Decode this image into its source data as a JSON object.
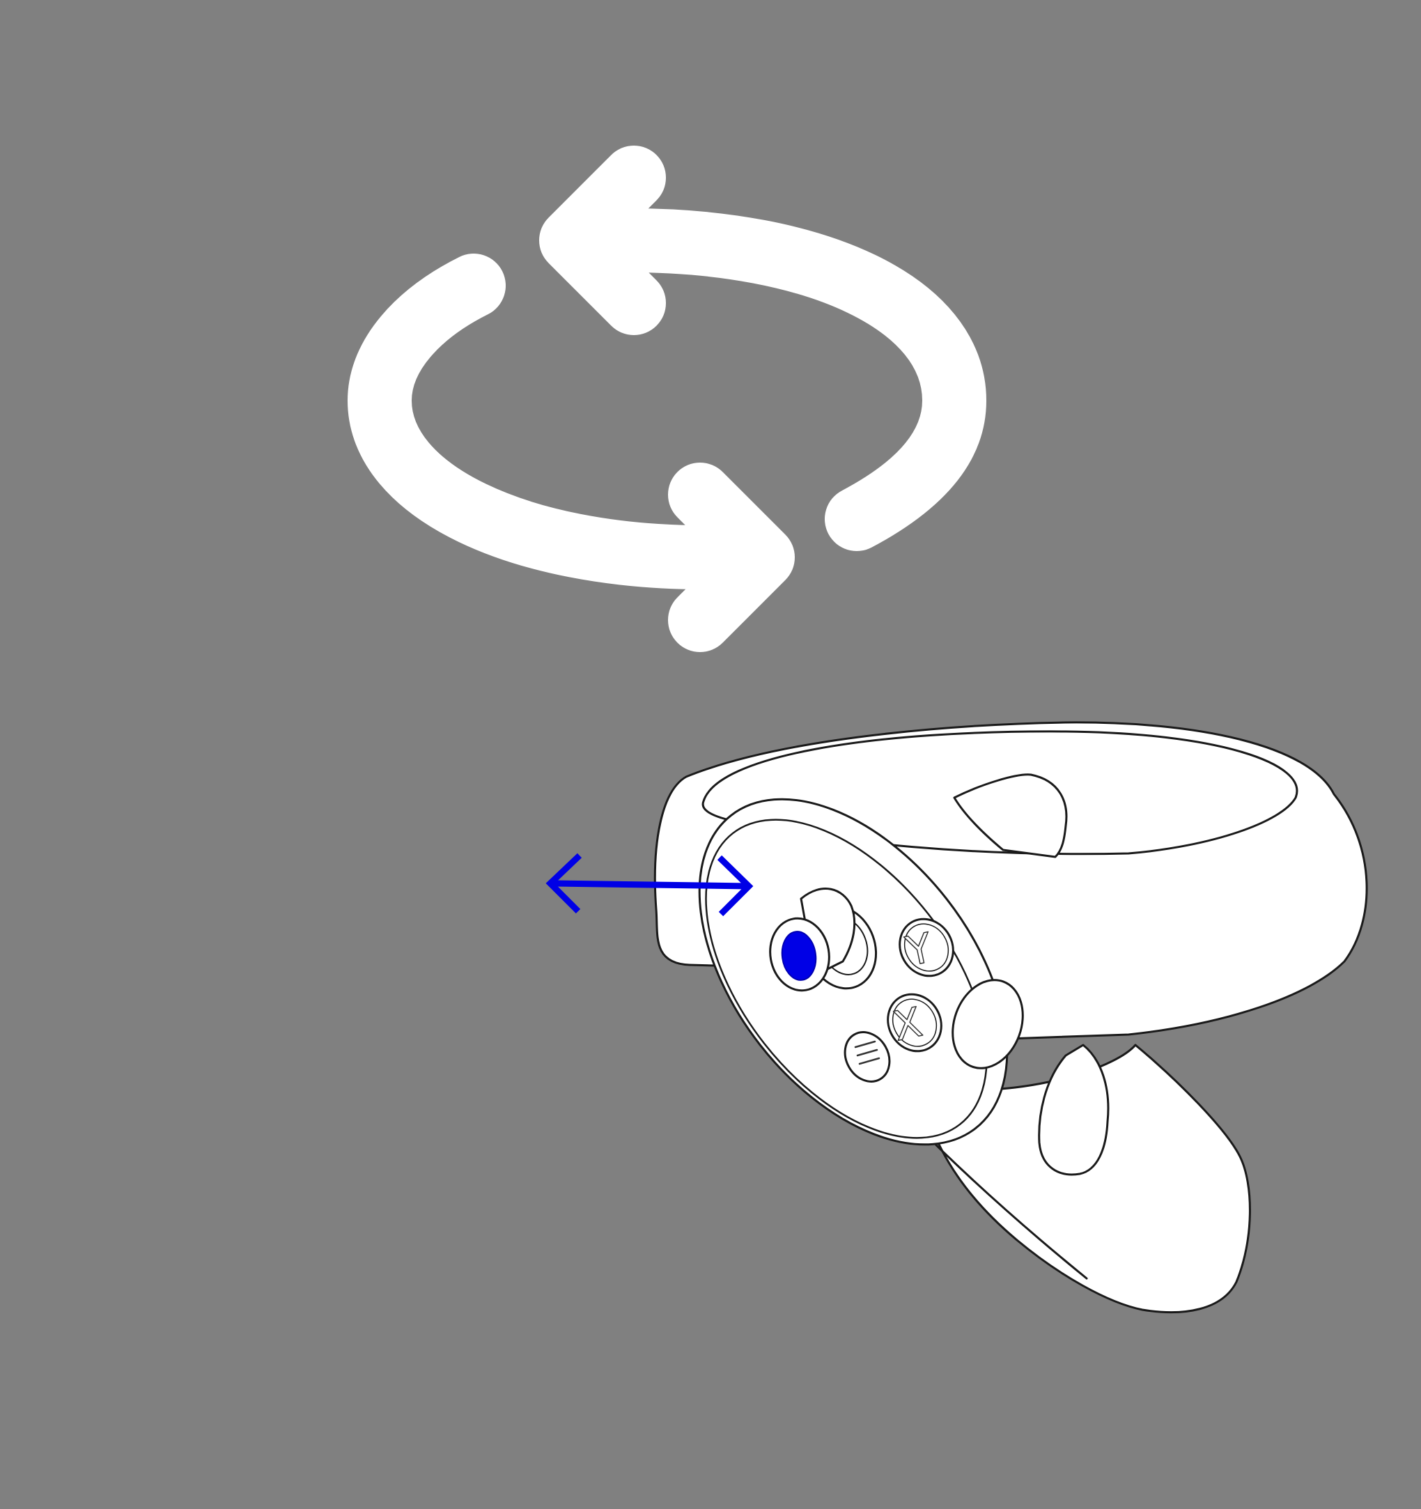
{
  "background_color": "#808080",
  "rotate_icon": {
    "icon": "rotate-arrows-icon",
    "color": "#ffffff"
  },
  "controller": {
    "icon": "left-touch-controller-icon",
    "outline_color": "#1a1a1a",
    "body_color": "#ffffff",
    "highlight_color": "#0000e6",
    "buttons": {
      "y_label": "Y",
      "x_label": "X",
      "menu_icon": "menu-icon"
    },
    "thumbstick_highlighted": true,
    "direction": "left-right"
  },
  "direction_arrow": {
    "icon": "left-right-arrow-icon",
    "color": "#0000e6"
  }
}
